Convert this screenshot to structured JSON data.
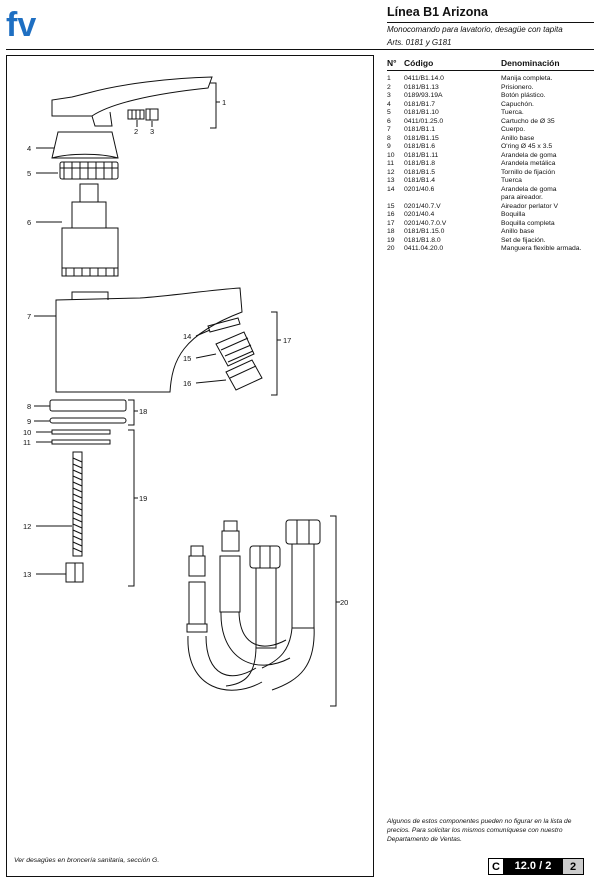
{
  "brand": {
    "logo_text": "fv"
  },
  "header": {
    "title": "Línea B1 Arizona",
    "subtitle": "Monocomando para lavatorio, desagüe con tapita",
    "arts": "Arts. 0181 y G181"
  },
  "table": {
    "headers": {
      "n": "N°",
      "code": "Código",
      "name": "Denominación"
    },
    "rows": [
      {
        "n": "1",
        "code": "0411/B1.14.0",
        "name": "Manija completa."
      },
      {
        "n": "2",
        "code": "0181/B1.13",
        "name": "Prisionero."
      },
      {
        "n": "3",
        "code": "0189/93.19A",
        "name": "Botón plástico."
      },
      {
        "n": "4",
        "code": "0181/B1.7",
        "name": "Capuchón."
      },
      {
        "n": "5",
        "code": "0181/B1.10",
        "name": "Tuerca."
      },
      {
        "n": "6",
        "code": "0411/01.25.0",
        "name": "Cartucho de Ø 35"
      },
      {
        "n": "7",
        "code": "0181/B1.1",
        "name": "Cuerpo."
      },
      {
        "n": "8",
        "code": "0181/B1.15",
        "name": "Anillo base"
      },
      {
        "n": "9",
        "code": "0181/B1.6",
        "name": "O'ring Ø 45 x 3.5"
      },
      {
        "n": "10",
        "code": "0181/B1.11",
        "name": "Arandela de goma"
      },
      {
        "n": "11",
        "code": "0181/B1.8",
        "name": "Arandela metálica"
      },
      {
        "n": "12",
        "code": "0181/B1.5",
        "name": "Tornillo de fijación"
      },
      {
        "n": "13",
        "code": "0181/B1.4",
        "name": "Tuerca"
      },
      {
        "n": "14",
        "code": "0201/40.6",
        "name": "Arandela de goma"
      },
      {
        "n": "",
        "code": "",
        "name": "para aireador."
      },
      {
        "n": "15",
        "code": "0201/40.7.V",
        "name": "Aireador perlator V"
      },
      {
        "n": "16",
        "code": "0201/40.4",
        "name": "Boquilla"
      },
      {
        "n": "17",
        "code": "0201/40.7.0.V",
        "name": "Boquilla completa"
      },
      {
        "n": "18",
        "code": "0181/B1.15.0",
        "name": "Anillo base"
      },
      {
        "n": "19",
        "code": "0181/B1.8.0",
        "name": "Set de fijación."
      },
      {
        "n": "20",
        "code": "0411.04.20.0",
        "name": "Manguera flexible armada."
      }
    ]
  },
  "diagram": {
    "callouts": {
      "c1": "1",
      "c2": "2",
      "c3": "3",
      "c4": "4",
      "c5": "5",
      "c6": "6",
      "c7": "7",
      "c8": "8",
      "c9": "9",
      "c10": "10",
      "c11": "11",
      "c12": "12",
      "c13": "13",
      "c14": "14",
      "c15": "15",
      "c16": "16",
      "c17": "17",
      "c18": "18",
      "c19": "19",
      "c20": "20"
    }
  },
  "note": "Algunos de estos componentes pueden no figurar en la lista de precios. Para solicitar los mismos comuníquese con nuestro Departamento de Ventas.",
  "footnote": "Ver desagües en broncería sanitaria, sección G.",
  "page": {
    "section": "C",
    "page": "12.0 / 2",
    "number": "2"
  }
}
